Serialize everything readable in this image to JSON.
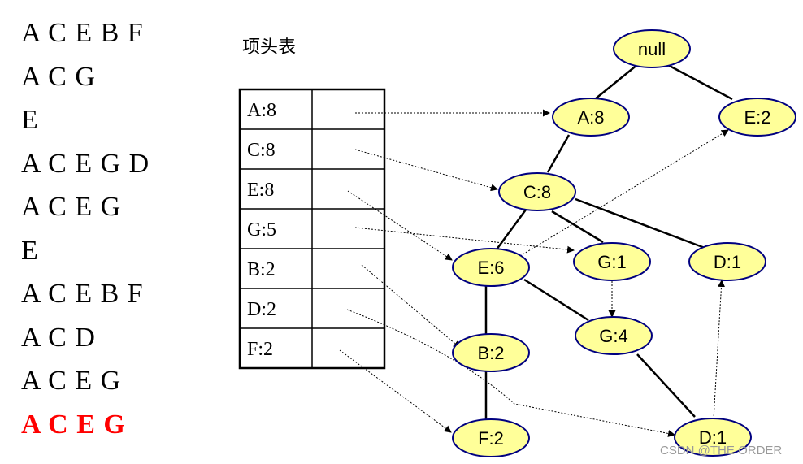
{
  "transactions": [
    {
      "text": "A C E B F",
      "highlight": false
    },
    {
      "text": "A C G",
      "highlight": false
    },
    {
      "text": "E",
      "highlight": false
    },
    {
      "text": "A C E G D",
      "highlight": false
    },
    {
      "text": "A C E G",
      "highlight": false
    },
    {
      "text": "E",
      "highlight": false
    },
    {
      "text": "A C E B F",
      "highlight": false
    },
    {
      "text": "A C D",
      "highlight": false
    },
    {
      "text": "A C E G",
      "highlight": false
    },
    {
      "text": "A C E G",
      "highlight": true
    }
  ],
  "header_table": {
    "title": "项头表",
    "rows": [
      "A:8",
      "C:8",
      "E:8",
      "G:5",
      "B:2",
      "D:2",
      "F:2"
    ]
  },
  "tree_nodes": [
    "null",
    "A:8",
    "E:2",
    "C:8",
    "E:6",
    "G:1",
    "D:1",
    "B:2",
    "G:4",
    "F:2",
    "D:1"
  ],
  "colors": {
    "node_fill": "#ffff99",
    "node_stroke": "#000080",
    "highlight_text": "#ff0000"
  },
  "watermark": "CSDN @THE ORDER"
}
